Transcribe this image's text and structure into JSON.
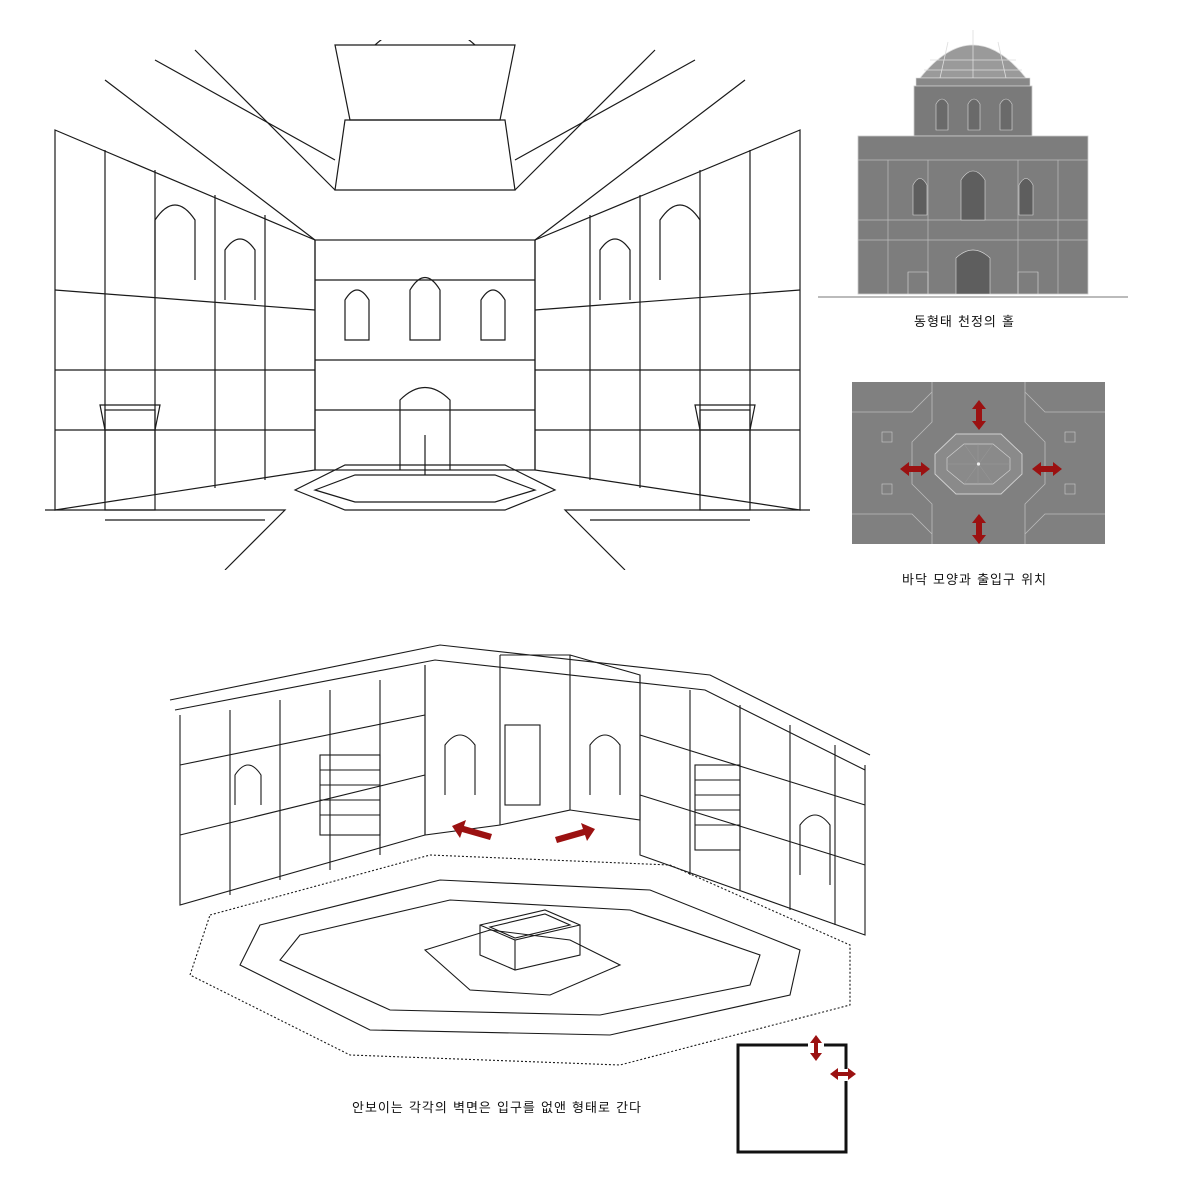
{
  "captions": {
    "elevation": "동형태 천정의 홀",
    "floor_plan": "바닥 모양과 출입구 위치",
    "note": "안보이는 각각의 벽면은 입구를 없앤 형태로 간다"
  },
  "colors": {
    "ink": "#1a1a1a",
    "render_gray": "#7a7a7a",
    "render_light": "#b8b8b8",
    "arrow_red": "#9b1111"
  },
  "icons": {
    "entrance_arrow": "double-headed-arrow",
    "direction_arrow": "single-arrow"
  }
}
